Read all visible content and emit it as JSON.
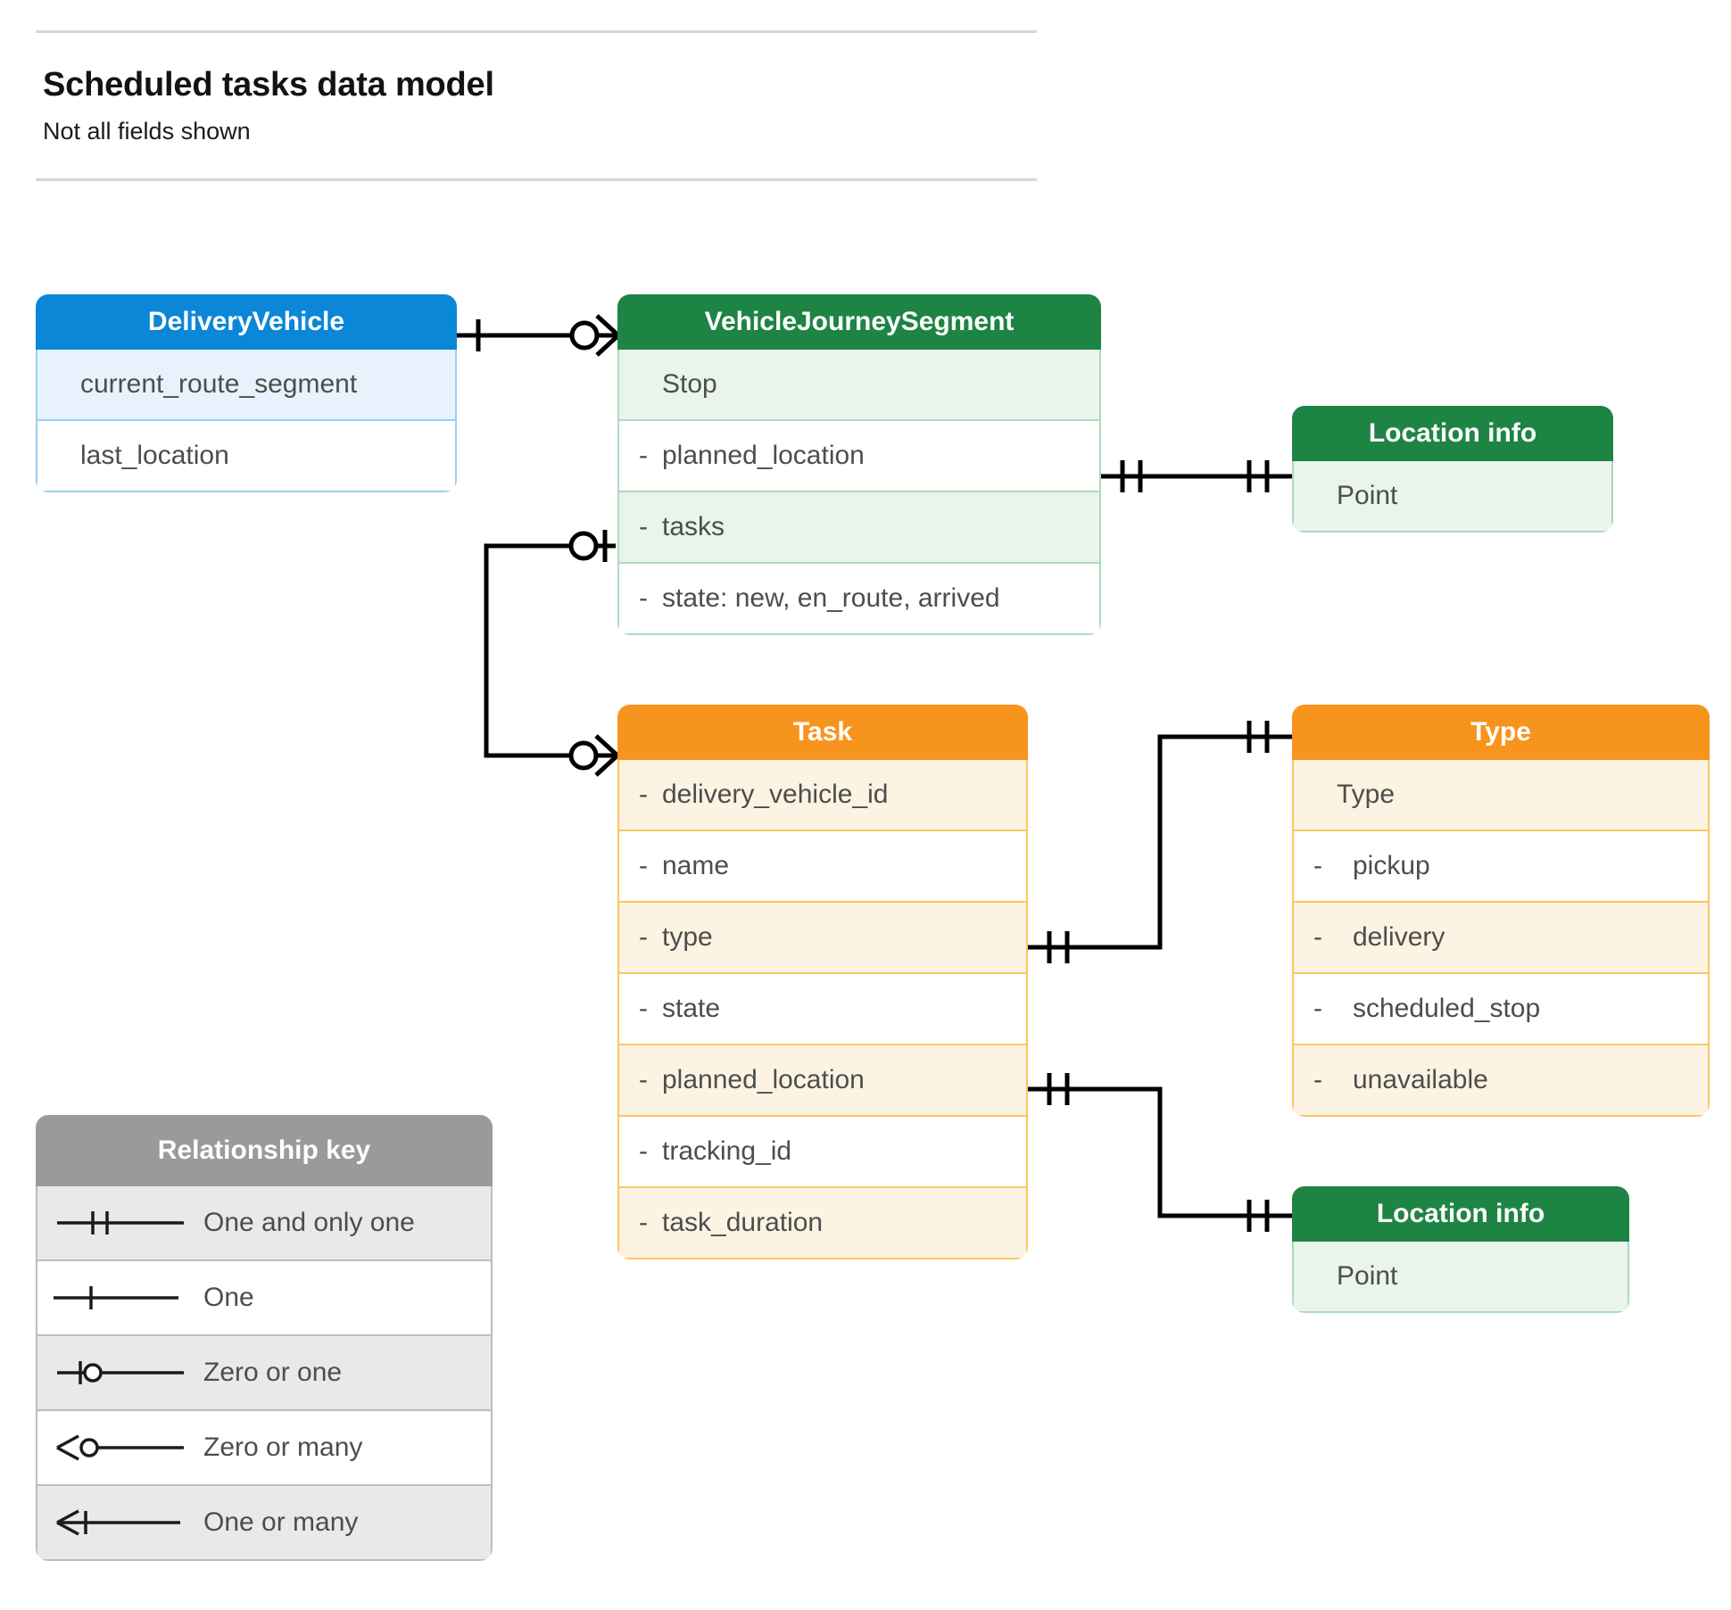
{
  "header": {
    "title": "Scheduled tasks data model",
    "subtitle": "Not all fields shown"
  },
  "colors": {
    "blue_header": "#0B87D7",
    "blue_row": "#e8f2fc",
    "blue_border": "#9ccef2",
    "green_header": "#1E8444",
    "green_row": "#e9f4ec",
    "green_border": "#a9dcbb",
    "orange_header": "#F7941E",
    "orange_row": "#fdf3e3",
    "orange_border": "#fac762",
    "grey_header": "#9a9a9a",
    "grey_row": "#e9e9e9",
    "grey_border": "#bdbdbd",
    "line": "#000000",
    "text": "#4d4d4d"
  },
  "entities": {
    "delivery_vehicle": {
      "title": "DeliveryVehicle",
      "rows": [
        {
          "dash": "",
          "label": "current_route_segment"
        },
        {
          "dash": "",
          "label": "last_location"
        }
      ]
    },
    "vehicle_journey_segment": {
      "title": "VehicleJourneySegment",
      "rows": [
        {
          "dash": "",
          "label": "Stop"
        },
        {
          "dash": "-",
          "label": "planned_location"
        },
        {
          "dash": "-",
          "label": "tasks"
        },
        {
          "dash": "-",
          "label": "state: new, en_route, arrived"
        }
      ]
    },
    "location_info_top": {
      "title": "Location info",
      "rows": [
        {
          "dash": "",
          "label": "Point"
        }
      ]
    },
    "location_info_bottom": {
      "title": "Location info",
      "rows": [
        {
          "dash": "",
          "label": "Point"
        }
      ]
    },
    "task": {
      "title": "Task",
      "rows": [
        {
          "dash": "-",
          "label": "delivery_vehicle_id"
        },
        {
          "dash": "-",
          "label": "name"
        },
        {
          "dash": "-",
          "label": "type"
        },
        {
          "dash": "-",
          "label": "state"
        },
        {
          "dash": "-",
          "label": "planned_location"
        },
        {
          "dash": "-",
          "label": "tracking_id"
        },
        {
          "dash": "-",
          "label": "task_duration"
        }
      ]
    },
    "type": {
      "title": "Type",
      "rows": [
        {
          "dash": "",
          "label": "Type"
        },
        {
          "dash": "-",
          "label": "pickup"
        },
        {
          "dash": "-",
          "label": "delivery"
        },
        {
          "dash": "-",
          "label": "scheduled_stop"
        },
        {
          "dash": "-",
          "label": "unavailable"
        }
      ]
    }
  },
  "legend": {
    "title": "Relationship key",
    "items": [
      {
        "symbol": "one-and-only-one-icon",
        "label": "One and only one"
      },
      {
        "symbol": "one-icon",
        "label": "One"
      },
      {
        "symbol": "zero-or-one-icon",
        "label": "Zero or one"
      },
      {
        "symbol": "zero-or-many-icon",
        "label": "Zero or many"
      },
      {
        "symbol": "one-or-many-icon",
        "label": "One or many"
      }
    ]
  },
  "relationships": [
    {
      "from": "DeliveryVehicle",
      "from_card": "One",
      "to": "VehicleJourneySegment",
      "to_card": "Zero or many"
    },
    {
      "from": "VehicleJourneySegment.planned_location",
      "from_card": "One and only one",
      "to": "Location info",
      "to_card": "One and only one"
    },
    {
      "from": "VehicleJourneySegment.tasks",
      "from_card": "Zero or one",
      "to": "Task",
      "to_card": "Zero or many"
    },
    {
      "from": "Task.type",
      "from_card": "One and only one",
      "to": "Type",
      "to_card": "One and only one"
    },
    {
      "from": "Task.planned_location",
      "from_card": "One and only one",
      "to": "Location info",
      "to_card": "One and only one"
    }
  ]
}
